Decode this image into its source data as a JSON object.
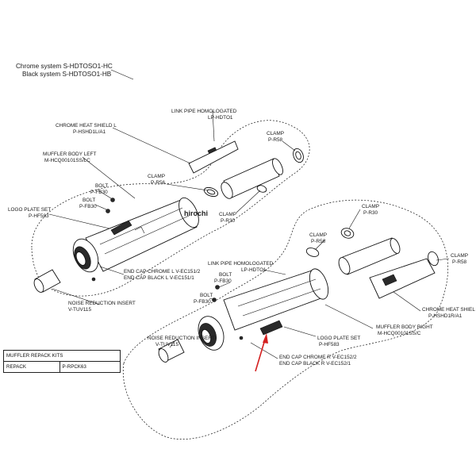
{
  "title": {
    "line1": "Chrome system S-HDTOSO1-HC",
    "line2": "Black system   S-HDTOSO1-HB"
  },
  "labels": {
    "link_pipe_top": {
      "l1": "LINK PIPE HOMOLOGATED",
      "l2": "LP-HDTO1"
    },
    "heat_shield_l": {
      "l1": "CHROME HEAT SHIELD L",
      "l2": "P-HSHD1L/A1"
    },
    "clamp_r58_top": {
      "l1": "CLAMP",
      "l2": "P-R58"
    },
    "muffler_left": {
      "l1": "MUFFLER BODY LEFT",
      "l2": "M-HCQ00101SS/LC"
    },
    "clamp_r56_top": {
      "l1": "CLAMP",
      "l2": "P-R56"
    },
    "bolt_1": {
      "l1": "BOLT",
      "l2": "P-FB30"
    },
    "bolt_2": {
      "l1": "BOLT",
      "l2": "P-FB30"
    },
    "logo_left": {
      "l1": "LOGO PLATE SET",
      "l2": "P-HF583"
    },
    "clamp_r30_top": {
      "l1": "CLAMP",
      "l2": "P-R30"
    },
    "clamp_r30_right": {
      "l1": "CLAMP",
      "l2": "P-R30"
    },
    "clamp_r56_right": {
      "l1": "CLAMP",
      "l2": "P-R56"
    },
    "clamp_r58_right": {
      "l1": "CLAMP",
      "l2": "P-R58"
    },
    "link_pipe_right": {
      "l1": "LINK PIPE HOMOLOGATED",
      "l2": "LP-HDTO1"
    },
    "end_cap_left": {
      "l1": "END CAP CHROME L  V-EC151/2",
      "l2": "END CAP BLACK   L  V-EC151/1"
    },
    "bolt_3": {
      "l1": "BOLT",
      "l2": "P-FB30"
    },
    "bolt_4": {
      "l1": "BOLT",
      "l2": "P-FB30"
    },
    "noise_insert_left": {
      "l1": "NOISE REDUCTION INSERT",
      "l2": "V-TUV115"
    },
    "noise_insert_right": {
      "l1": "NOISE REDUCTION INSERT",
      "l2": "V-TUV115"
    },
    "heat_shield_r": {
      "l1": "CHROME HEAT SHIEL",
      "l2": "P-HSHD1R/A1"
    },
    "muffler_right": {
      "l1": "MUFFLER BODY RIGHT",
      "l2": "M-HCQ00101SS/C"
    },
    "logo_right": {
      "l1": "LOGO PLATE SET",
      "l2": "P-HF583"
    },
    "end_cap_right": {
      "l1": "END CAP CHROME R  V-EC152/2",
      "l2": "END CAP BLACK    R  V-EC152/1"
    }
  },
  "watermark": "hirochi",
  "repack_table": {
    "header": "MUFFLER REPACK KITS",
    "row_label": "REPACK",
    "row_value": "P-RPCK63"
  },
  "colors": {
    "arrow": "#d42020",
    "line": "#111111"
  }
}
